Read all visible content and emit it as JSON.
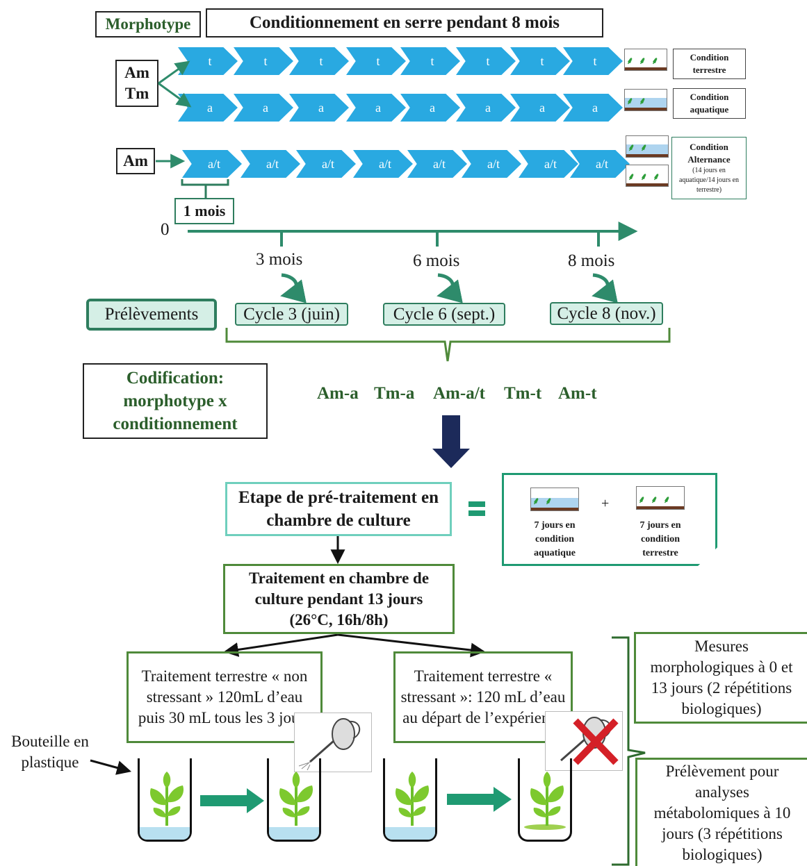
{
  "header": {
    "morphotype": "Morphotype",
    "conditioning": "Conditionnement en serre pendant 8 mois"
  },
  "rows": {
    "terrestrial": {
      "labels": [
        "t",
        "t",
        "t",
        "t",
        "t",
        "t",
        "t",
        "t"
      ],
      "condition": "Condition terrestre"
    },
    "aquatic": {
      "labels": [
        "a",
        "a",
        "a",
        "a",
        "a",
        "a",
        "a",
        "a"
      ],
      "condition": "Condition aquatique"
    },
    "alternance": {
      "labels": [
        "a/t",
        "a/t",
        "a/t",
        "a/t",
        "a/t",
        "a/t",
        "a/t",
        "a/t"
      ],
      "condition_title": "Condition Alternance",
      "condition_detail": "(14 jours en aquatique/14 jours en terrestre)"
    }
  },
  "morphotypes": {
    "group1_line1": "Am",
    "group1_line2": "Tm",
    "group2": "Am"
  },
  "one_month": "1 mois",
  "timeline": {
    "zero": "0",
    "m3": "3 mois",
    "m6": "6 mois",
    "m8": "8 mois"
  },
  "prelevements": "Prélèvements",
  "cycles": [
    "Cycle 3 (juin)",
    "Cycle 6 (sept.)",
    "Cycle 8 (nov.)"
  ],
  "codification": "Codification: morphotype x conditionnement",
  "codes": [
    "Am-a",
    "Tm-a",
    "Am-a/t",
    "Tm-t",
    "Am-t"
  ],
  "pretreatment": "Etape de pré-traitement en chambre de culture",
  "pretreatment_detail": {
    "aquatic": "7 jours en condition aquatique",
    "plus": "+",
    "terrestrial": "7 jours en condition terrestre"
  },
  "treatment": "Traitement en chambre de culture pendant 13 jours (26°C, 16h/8h)",
  "non_stress": "Traitement terrestre « non stressant » 120mL d’eau puis  30 mL tous les 3 jours",
  "stress": "Traitement terrestre « stressant »: 120 mL d’eau au départ de l’expérience",
  "bottle": "Bouteille en plastique",
  "measures": "Mesures morphologiques à 0 et 13 jours (2 répétitions biologiques)",
  "sampling": "Prélèvement pour analyses métabolomiques à 10 jours (3 répétitions biologiques)",
  "icons": [
    "watering-can-icon",
    "cross-icon",
    "plant-icon",
    "arrow-icon"
  ],
  "colors": {
    "chevron": "#29a9e1",
    "green": "#2e7d5e",
    "dark_arrow": "#1c2a5a",
    "red": "#d42027"
  }
}
